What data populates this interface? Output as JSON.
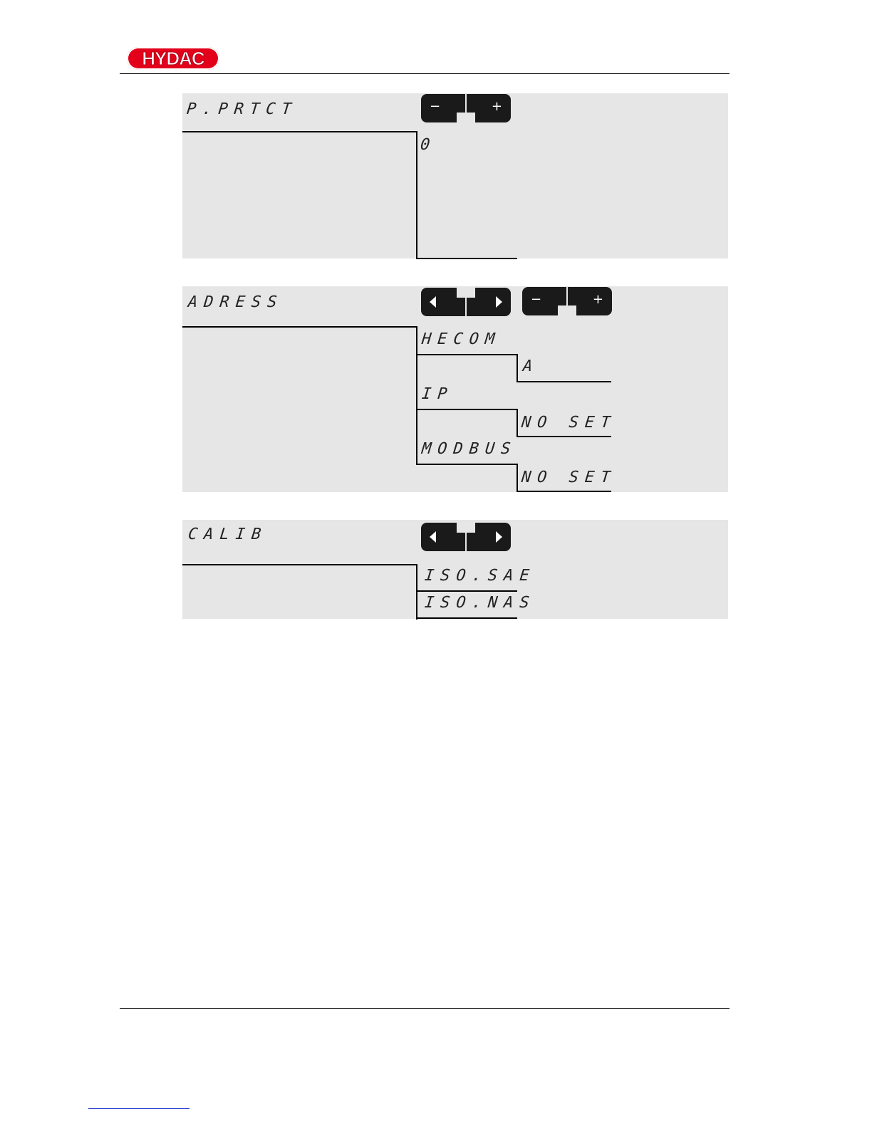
{
  "brand": {
    "logo_text": "HYDAC"
  },
  "panels": {
    "p_protect": {
      "title": "P.PRTCT",
      "buttons": {
        "minus": "−",
        "plus": "+"
      },
      "value": "0"
    },
    "adress": {
      "title": "ADRESS",
      "options": [
        {
          "label": "HECOM",
          "value": "A"
        },
        {
          "label": "IP",
          "value": "NO SET"
        },
        {
          "label": "MODBUS",
          "value": "NO SET"
        }
      ],
      "buttons": {
        "minus": "−",
        "plus": "+"
      }
    },
    "calib": {
      "title": "CALIB",
      "options": [
        "ISO.SAE",
        "ISO.NAS"
      ]
    }
  }
}
